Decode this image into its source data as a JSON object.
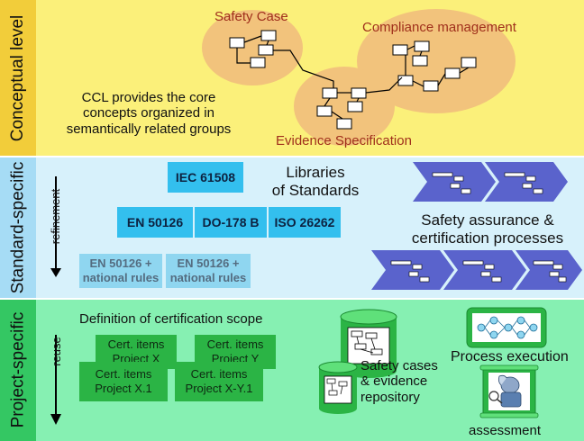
{
  "colors": {
    "conceptual_band": "#fbf07a",
    "standard_band": "#d7f1fb",
    "project_band": "#86f0b2",
    "sidebar_conceptual": "#f2cd3a",
    "sidebar_standard": "#a6dcf5",
    "sidebar_project": "#34c763",
    "ellipse": "#f2c37c",
    "label_red": "#a0301c",
    "std_box": "#33bfee",
    "chevron": "#5a63cc",
    "cert_box": "#2bb445"
  },
  "levels": {
    "conceptual": "Conceptual level",
    "standard": "Standard-specific",
    "project": "Project-specific"
  },
  "arrows": {
    "refinement": "refinement",
    "reuse": "reuse"
  },
  "conceptual": {
    "safety_case": "Safety Case",
    "compliance": "Compliance management",
    "evidence": "Evidence Specification",
    "description": [
      "CCL provides the core",
      "concepts organized in",
      "semantically related groups"
    ]
  },
  "standards": {
    "iec": "IEC 61508",
    "libraries": [
      "Libraries",
      "of Standards"
    ],
    "en": "EN 50126",
    "do": "DO-178 B",
    "iso": "ISO 26262",
    "en_national_1": [
      "EN 50126 +",
      "national rules"
    ],
    "en_national_2": [
      "EN 50126 +",
      "national rules"
    ],
    "processes": [
      "Safety assurance &",
      "certification processes"
    ]
  },
  "project": {
    "scope_title": "Definition of certification scope",
    "cert_items": [
      [
        "Cert. items",
        "Project X"
      ],
      [
        "Cert. items",
        "Project Y"
      ],
      [
        "Cert. items",
        "Project X.1"
      ],
      [
        "Cert. items",
        "Project X-Y.1"
      ]
    ],
    "process_execution": "Process execution",
    "repository": [
      "Safety cases",
      "& evidence",
      "repository"
    ],
    "assessment": "assessment",
    "icons": [
      "database-icon",
      "process-flow-icon",
      "database-small-icon",
      "assessor-scroll-icon"
    ]
  }
}
